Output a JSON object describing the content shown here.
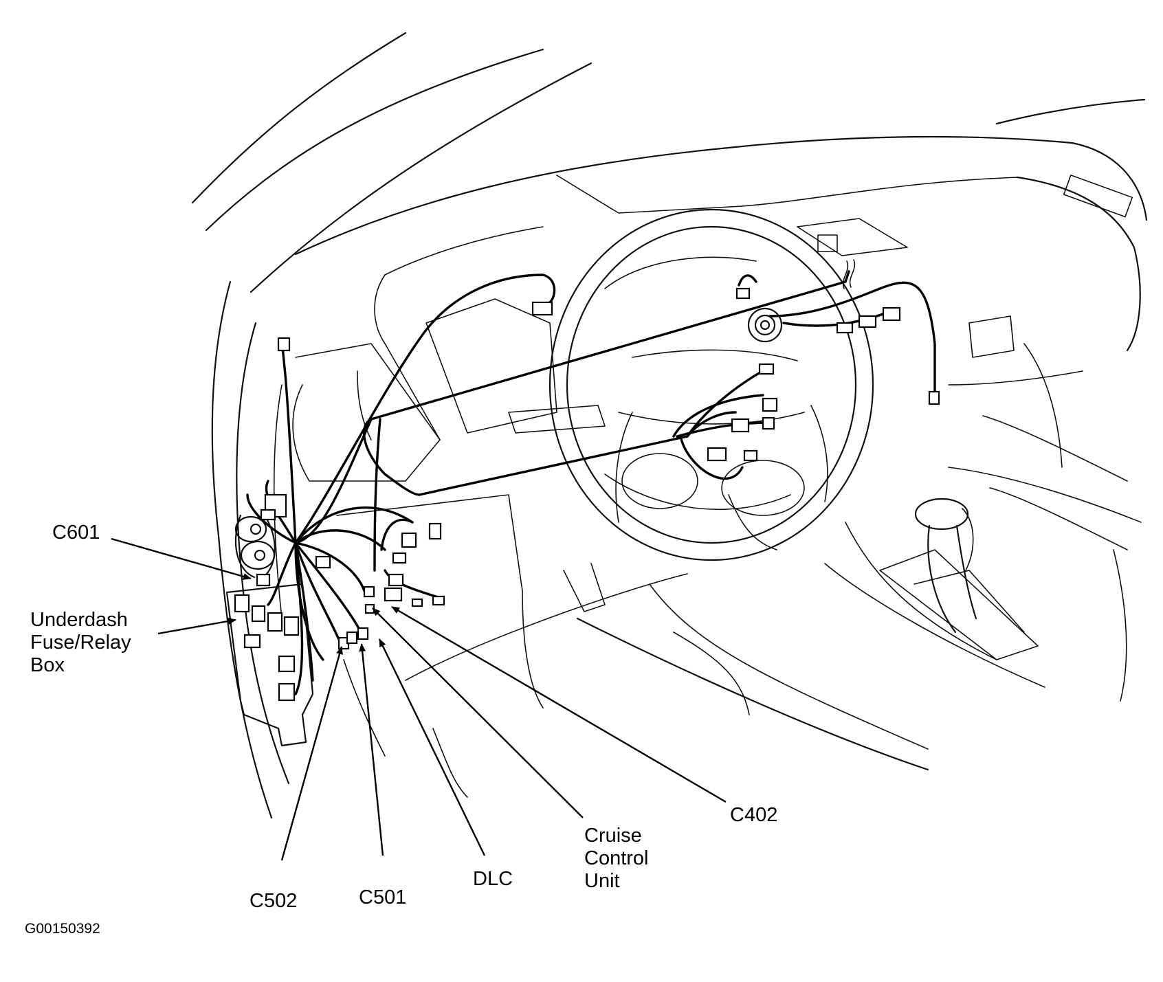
{
  "figure_id": "G00150392",
  "labels": {
    "c601": "C601",
    "fuse_box": [
      "Underdash",
      "Fuse/Relay",
      "Box"
    ],
    "c502": "C502",
    "c501": "C501",
    "dlc": "DLC",
    "cruise": [
      "Cruise",
      "Control",
      "Unit"
    ],
    "c402": "C402"
  }
}
